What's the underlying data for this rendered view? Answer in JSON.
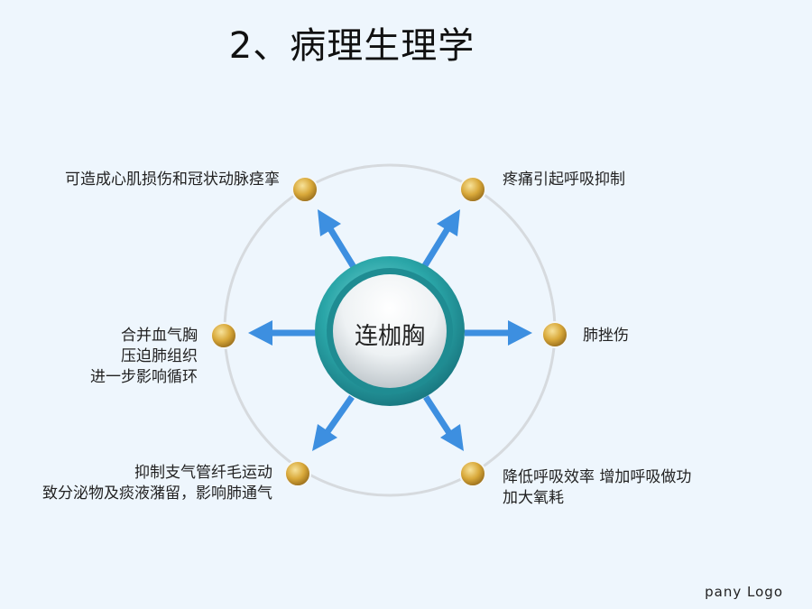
{
  "title": "2、病理生理学",
  "center": "连枷胸",
  "effects": {
    "top_left": "可造成心肌损伤和冠状动脉痉挛",
    "top_right": "疼痛引起呼吸抑制",
    "right": "肺挫伤",
    "left": [
      "合并血气胸",
      "压迫肺组织",
      "进一步影响循环"
    ],
    "bottom_left": [
      "抑制支气管纤毛运动",
      "致分泌物及痰液潴留，影响肺通气"
    ],
    "bottom_right": [
      "降低呼吸效率 增加呼吸做功",
      "加大氧耗"
    ]
  },
  "logo": "pany Logo",
  "colors": {
    "arrow": "#3d8fe0",
    "node": "#d9a93a",
    "ring": "#d6dade",
    "hub_outer": "#2a9ba2"
  }
}
